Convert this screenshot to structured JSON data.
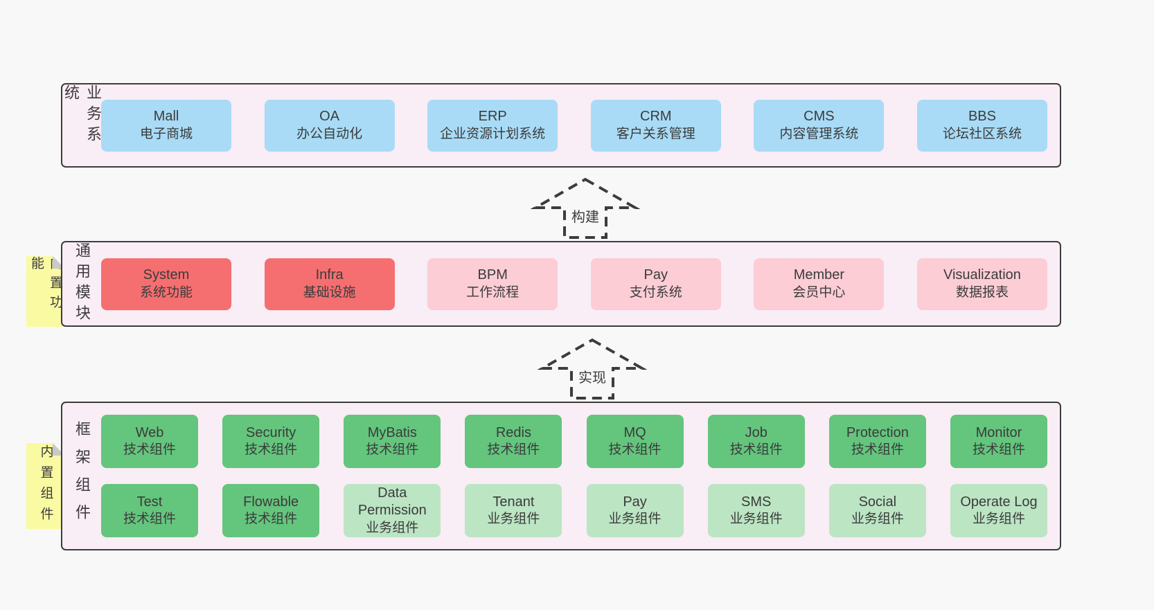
{
  "colors": {
    "bg": "#f8f8f8",
    "container_bg": "#f9edf6",
    "border": "#3c3c3c",
    "text": "#3b3b3b",
    "blue": "#a9dbf6",
    "red": "#f56f70",
    "pink": "#fccdd5",
    "green": "#64c57d",
    "green_light": "#bce5c3",
    "yellow": "#fafaa3",
    "fold": "#c9c9c9"
  },
  "layers": [
    {
      "label": "业务系统",
      "note": null,
      "rows": [
        [
          {
            "title": "Mall",
            "subtitle": "电子商城",
            "variant": "blue"
          },
          {
            "title": "OA",
            "subtitle": "办公自动化",
            "variant": "blue"
          },
          {
            "title": "ERP",
            "subtitle": "企业资源计划系统",
            "variant": "blue"
          },
          {
            "title": "CRM",
            "subtitle": "客户关系管理",
            "variant": "blue"
          },
          {
            "title": "CMS",
            "subtitle": "内容管理系统",
            "variant": "blue"
          },
          {
            "title": "BBS",
            "subtitle": "论坛社区系统",
            "variant": "blue"
          }
        ]
      ]
    },
    {
      "label": "通用模块",
      "note": "内置功能",
      "rows": [
        [
          {
            "title": "System",
            "subtitle": "系统功能",
            "variant": "red"
          },
          {
            "title": "Infra",
            "subtitle": "基础设施",
            "variant": "red"
          },
          {
            "title": "BPM",
            "subtitle": "工作流程",
            "variant": "pink"
          },
          {
            "title": "Pay",
            "subtitle": "支付系统",
            "variant": "pink"
          },
          {
            "title": "Member",
            "subtitle": "会员中心",
            "variant": "pink"
          },
          {
            "title": "Visualization",
            "subtitle": "数据报表",
            "variant": "pink"
          }
        ]
      ]
    },
    {
      "label": "框架组件",
      "note": "内置组件",
      "rows": [
        [
          {
            "title": "Web",
            "subtitle": "技术组件",
            "variant": "green"
          },
          {
            "title": "Security",
            "subtitle": "技术组件",
            "variant": "green"
          },
          {
            "title": "MyBatis",
            "subtitle": "技术组件",
            "variant": "green"
          },
          {
            "title": "Redis",
            "subtitle": "技术组件",
            "variant": "green"
          },
          {
            "title": "MQ",
            "subtitle": "技术组件",
            "variant": "green"
          },
          {
            "title": "Job",
            "subtitle": "技术组件",
            "variant": "green"
          },
          {
            "title": "Protection",
            "subtitle": "技术组件",
            "variant": "green"
          },
          {
            "title": "Monitor",
            "subtitle": "技术组件",
            "variant": "green"
          }
        ],
        [
          {
            "title": "Test",
            "subtitle": "技术组件",
            "variant": "green"
          },
          {
            "title": "Flowable",
            "subtitle": "技术组件",
            "variant": "green"
          },
          {
            "title": "Data Permission",
            "subtitle": "业务组件",
            "variant": "green-light"
          },
          {
            "title": "Tenant",
            "subtitle": "业务组件",
            "variant": "green-light"
          },
          {
            "title": "Pay",
            "subtitle": "业务组件",
            "variant": "green-light"
          },
          {
            "title": "SMS",
            "subtitle": "业务组件",
            "variant": "green-light"
          },
          {
            "title": "Social",
            "subtitle": "业务组件",
            "variant": "green-light"
          },
          {
            "title": "Operate Log",
            "subtitle": "业务组件",
            "variant": "green-light"
          }
        ]
      ]
    }
  ],
  "arrows": [
    {
      "label": "构建"
    },
    {
      "label": "实现"
    }
  ]
}
